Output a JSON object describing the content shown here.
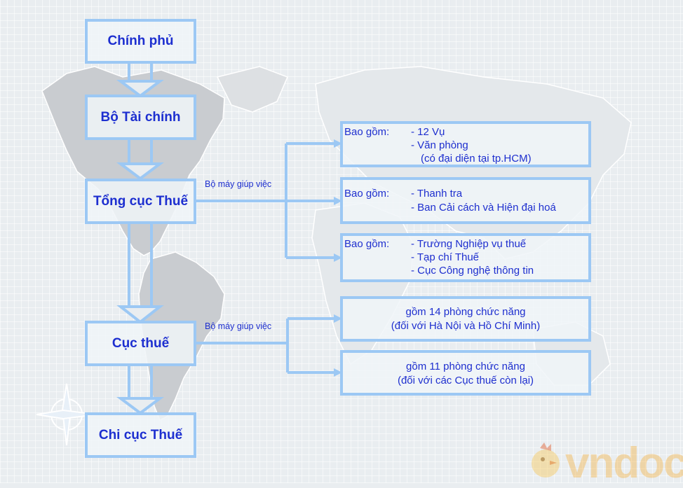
{
  "org_levels": [
    {
      "label": "Chính phủ"
    },
    {
      "label": "Bộ Tài chính"
    },
    {
      "label": "Tổng cục Thuế"
    },
    {
      "label": "Cục thuế"
    },
    {
      "label": "Chi cục Thuế"
    }
  ],
  "connector_labels": {
    "tong_cuc": "Bộ máy giúp việc",
    "cuc": "Bộ máy giúp việc"
  },
  "tong_cuc_units": [
    {
      "prefix": "Bao gồm:",
      "lines": [
        "- 12 Vụ",
        "- Văn phòng",
        "(có đại diện tại tp.HCM)"
      ]
    },
    {
      "prefix": "Bao gồm:",
      "lines": [
        "- Thanh tra",
        "- Ban Cải cách và Hiện đại hoá"
      ]
    },
    {
      "prefix": "Bao gồm:",
      "lines": [
        "- Trường Nghiệp vụ thuế",
        "- Tạp chí Thuế",
        "- Cục Công nghệ thông tin"
      ]
    }
  ],
  "cuc_units": [
    {
      "lines": [
        "gồm 14 phòng chức năng",
        "(đối với Hà Nội và Hồ Chí Minh)"
      ]
    },
    {
      "lines": [
        "gồm 11 phòng chức năng",
        "(đối với các Cục thuế còn lại)"
      ]
    }
  ],
  "colors": {
    "box_border": "#9cc8f4",
    "text": "#1e2fcf",
    "map_land": "#c9ccd0"
  },
  "watermark": "vndoc"
}
